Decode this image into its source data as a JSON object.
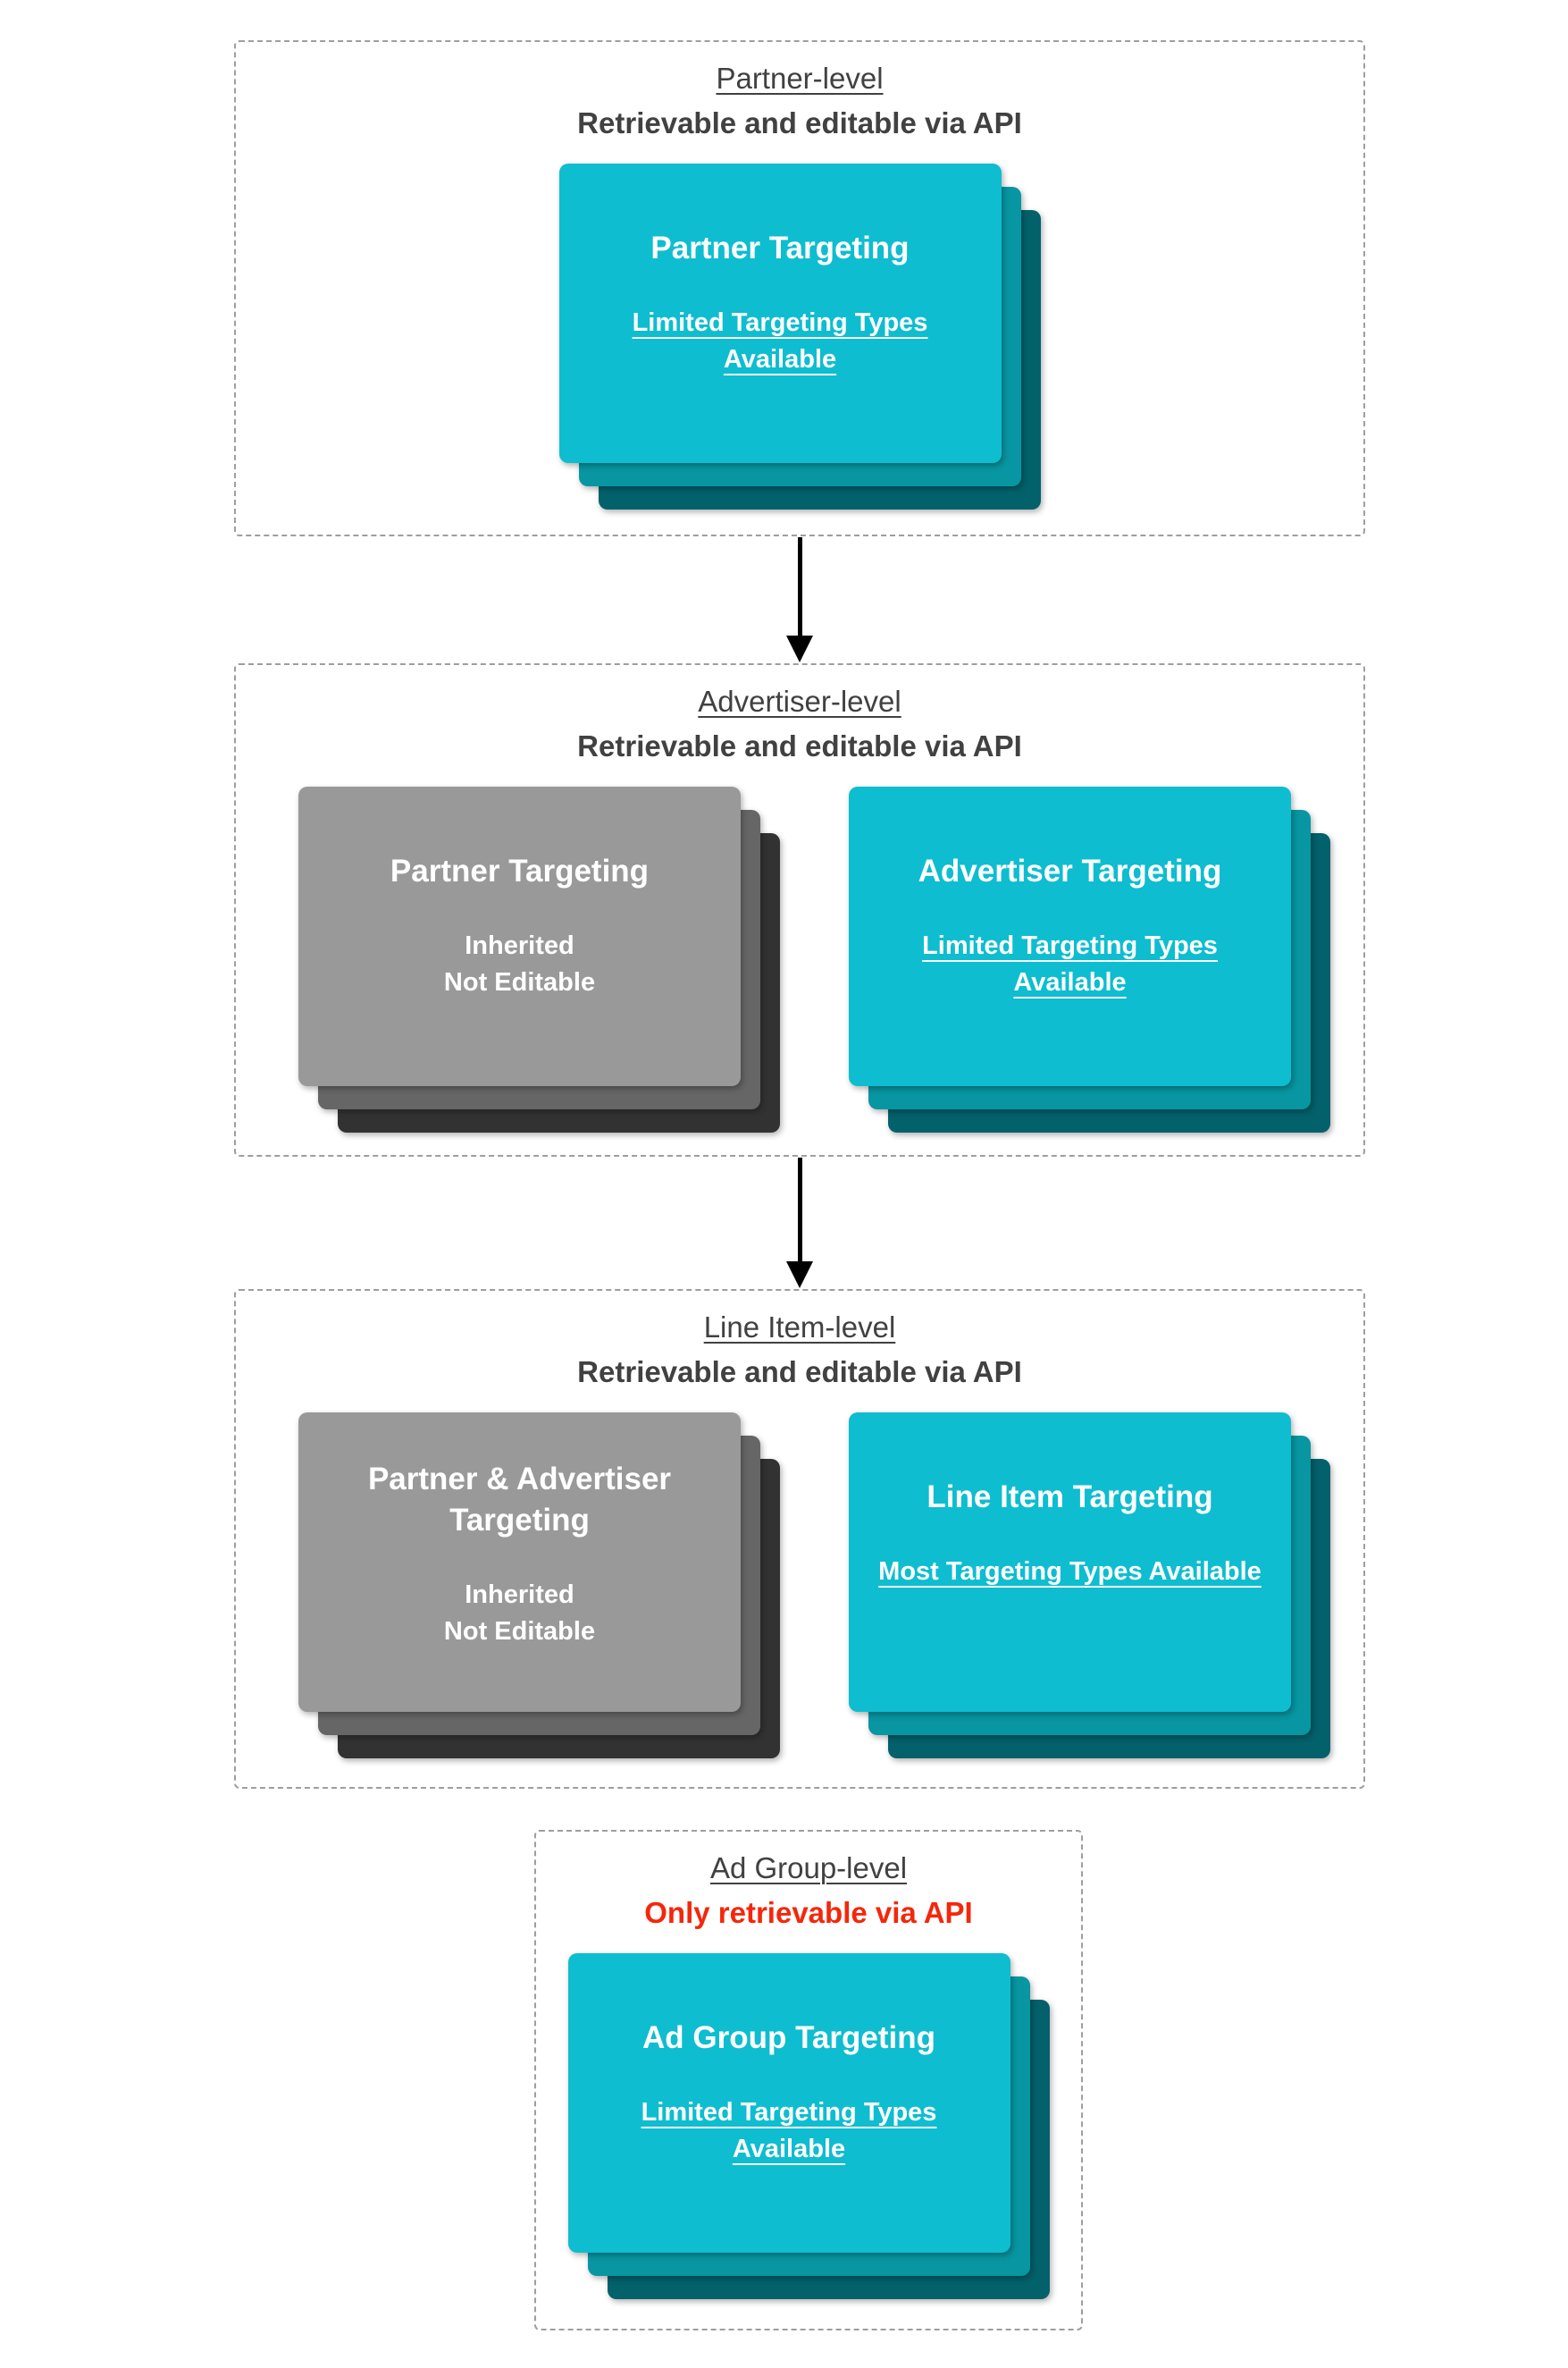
{
  "colors": {
    "card_cyan": "#0EBDD0",
    "card_cyan_mid": "#0896A2",
    "card_cyan_back": "#03616B",
    "card_gray": "#999999",
    "card_gray_mid": "#666666",
    "card_gray_back": "#323232",
    "heading": "#414141",
    "alert": "#F4270B",
    "border_dash": "#9E9E9E",
    "arrow": "#000000"
  },
  "sections": [
    {
      "title": "Partner-level",
      "subtitle": "Retrievable and editable via API",
      "cards": [
        {
          "variant": "cyan",
          "title": "Partner Targeting",
          "note": "Limited Targeting Types Available"
        }
      ]
    },
    {
      "title": "Advertiser-level",
      "subtitle": "Retrievable and editable via API",
      "cards": [
        {
          "variant": "gray",
          "title": "Partner Targeting",
          "note": "Inherited\nNot Editable"
        },
        {
          "variant": "cyan",
          "title": "Advertiser Targeting",
          "note": "Limited Targeting Types Available"
        }
      ]
    },
    {
      "title": "Line Item-level",
      "subtitle": "Retrievable and editable via API",
      "cards": [
        {
          "variant": "gray",
          "title": "Partner & Advertiser Targeting",
          "note": "Inherited\nNot Editable"
        },
        {
          "variant": "cyan",
          "title": "Line Item Targeting",
          "note": "Most Targeting Types Available"
        }
      ]
    },
    {
      "title": "Ad Group-level",
      "subtitle": "Only retrievable via API",
      "cards": [
        {
          "variant": "cyan",
          "title": "Ad Group Targeting",
          "note": "Limited Targeting Types Available"
        }
      ]
    }
  ]
}
